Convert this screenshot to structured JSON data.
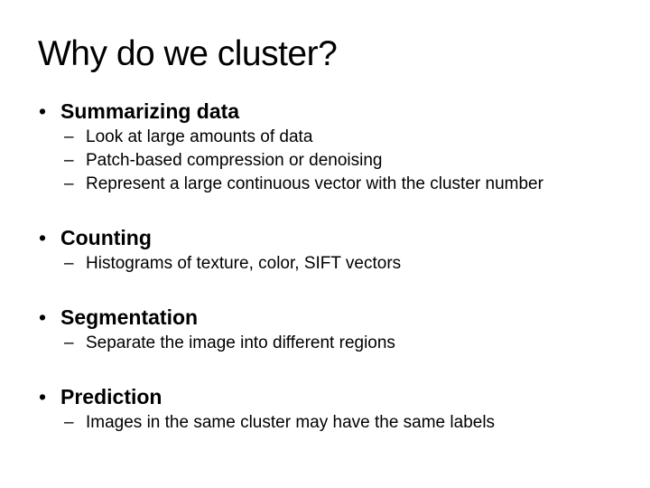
{
  "slide": {
    "title": "Why do we cluster?",
    "bullet_char": "•",
    "dash_char": "–",
    "text_color": "#000000",
    "background_color": "#ffffff",
    "sections": [
      {
        "heading": "Summarizing data",
        "items": [
          "Look at large amounts of data",
          "Patch-based compression or denoising",
          "Represent a large continuous vector with the cluster number"
        ]
      },
      {
        "heading": "Counting",
        "items": [
          "Histograms of texture, color, SIFT vectors"
        ]
      },
      {
        "heading": "Segmentation",
        "items": [
          "Separate the image into different regions"
        ]
      },
      {
        "heading": "Prediction",
        "items": [
          "Images in the same cluster may have the same labels"
        ]
      }
    ]
  }
}
